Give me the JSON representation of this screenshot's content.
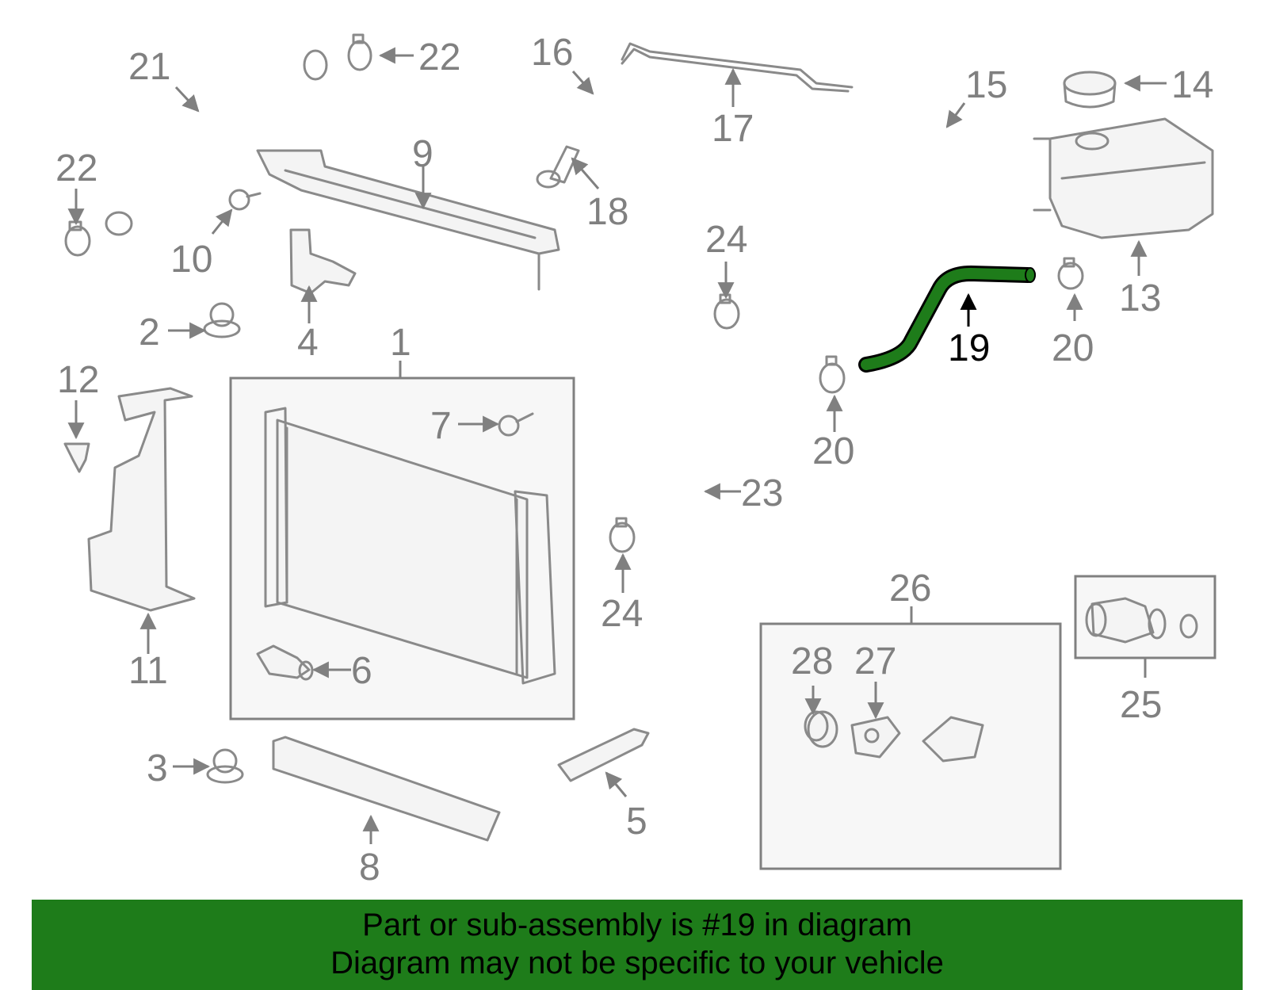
{
  "labels": {
    "p1": "1",
    "p2": "2",
    "p3": "3",
    "p4": "4",
    "p5": "5",
    "p6": "6",
    "p7": "7",
    "p8": "8",
    "p9": "9",
    "p10": "10",
    "p11": "11",
    "p12": "12",
    "p13": "13",
    "p14": "14",
    "p15": "15",
    "p16": "16",
    "p17": "17",
    "p18": "18",
    "p19": "19",
    "p20a": "20",
    "p20b": "20",
    "p21": "21",
    "p22a": "22",
    "p22b": "22",
    "p23": "23",
    "p24a": "24",
    "p24b": "24",
    "p25": "25",
    "p26": "26",
    "p27": "27",
    "p28": "28"
  },
  "highlight": {
    "part_number": "19",
    "color": "#1e7c1a"
  },
  "colors": {
    "parts": "#8a8a8a",
    "labels": "#808080",
    "footer_bg": "#1e7c1a"
  },
  "footer": {
    "line1": "Part or sub-assembly is #19 in diagram",
    "line2": "Diagram may not be specific to your vehicle"
  }
}
